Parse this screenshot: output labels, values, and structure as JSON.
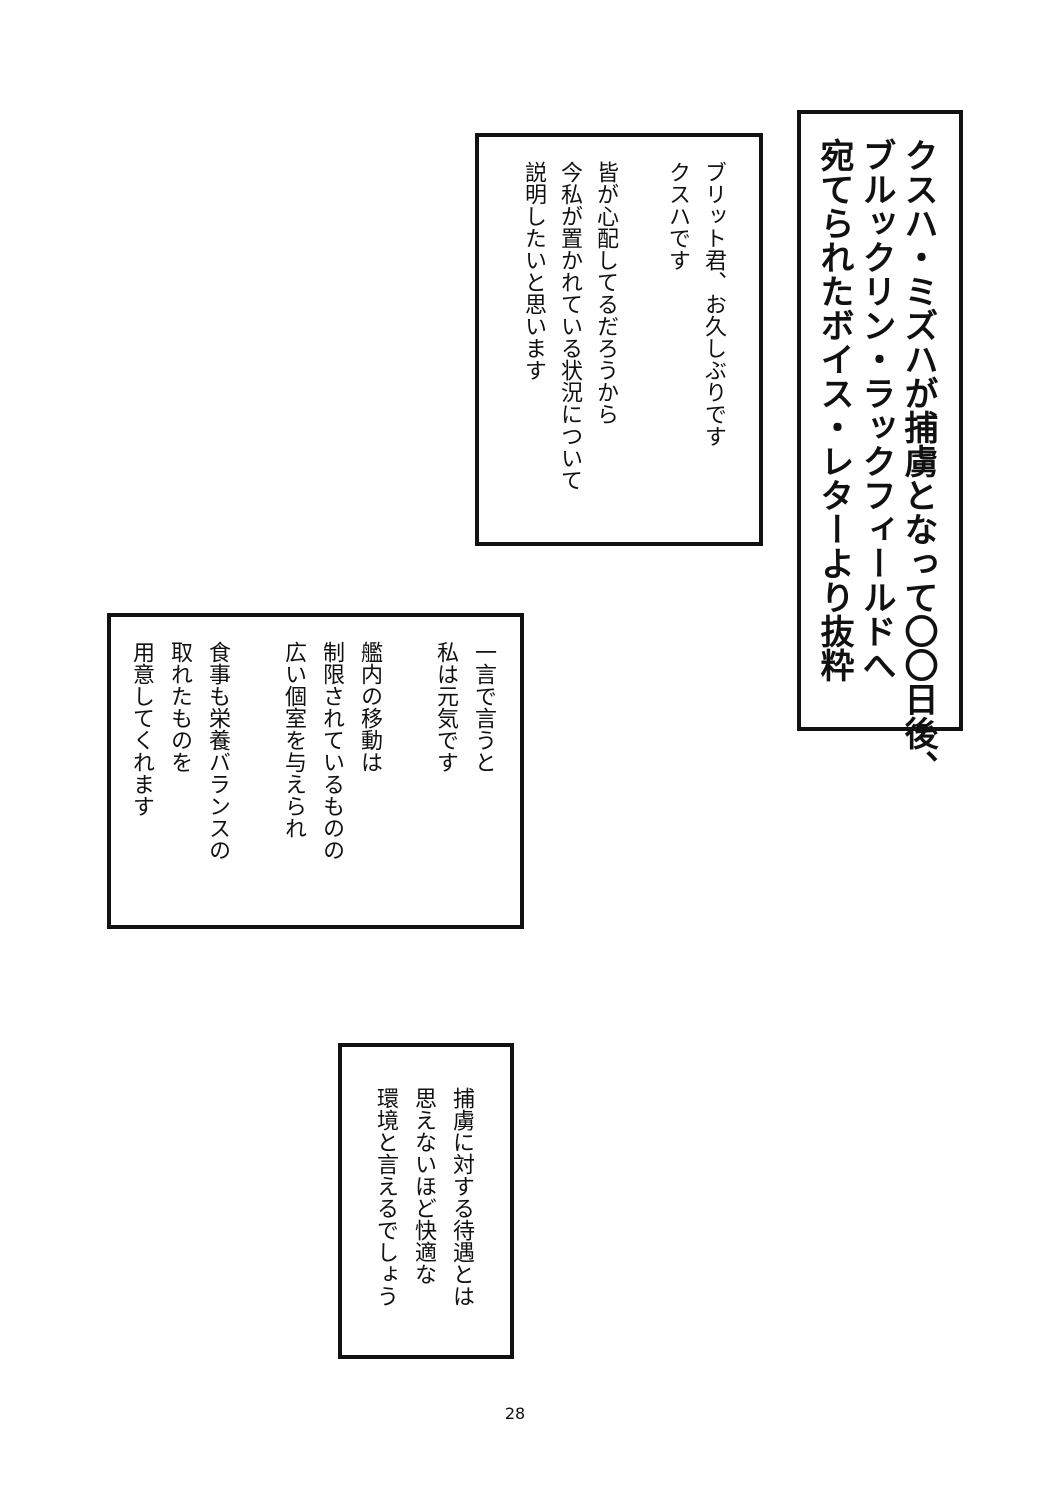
{
  "title_box": {
    "lines": [
      "クスハ・ミズハが捕虜となって〇〇日後、",
      "ブルックリン・ラックフィールドへ",
      "宛てられたボイス・レターより抜粋"
    ]
  },
  "box2": {
    "lines": [
      "ブリット君、お久しぶりです",
      "クスハです",
      "",
      "皆が心配してるだろうから",
      "今私が置かれている状況について",
      "説明したいと思います"
    ]
  },
  "box3": {
    "lines": [
      "一言で言うと",
      "私は元気です",
      "",
      "艦内の移動は",
      "制限されているものの",
      "広い個室を与えられ",
      "",
      "食事も栄養バランスの",
      "取れたものを",
      "用意してくれます"
    ]
  },
  "box4": {
    "lines": [
      "捕虜に対する待遇とは",
      "思えないほど快適な",
      "環境と言えるでしょう"
    ]
  },
  "page_number": "28"
}
